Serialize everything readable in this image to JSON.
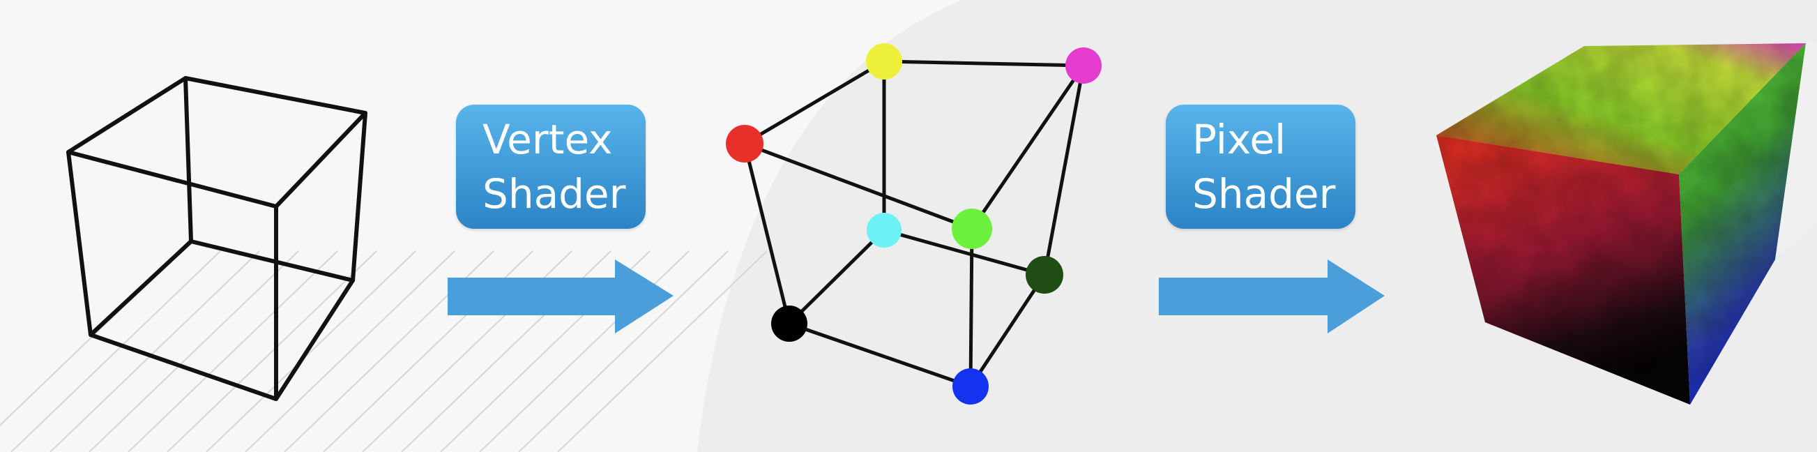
{
  "stages": [
    {
      "name": "wireframe-cube",
      "description": ""
    },
    {
      "name": "vertex-colored-cube"
    },
    {
      "name": "shaded-cube"
    }
  ],
  "labels": {
    "vertex_shader": [
      "Vertex",
      "Shader"
    ],
    "pixel_shader": [
      "Pixel",
      "Shader"
    ]
  },
  "colors": {
    "label_fill_top": "#59b4ea",
    "label_fill_bottom": "#2c84c6",
    "arrow": "#4a9fdb",
    "edge": "#111111",
    "vertex_red": "#e8302a",
    "vertex_yellow": "#eef13a",
    "vertex_magenta": "#e43ccc",
    "vertex_cyan": "#6cf1f4",
    "vertex_green": "#6cf13d",
    "vertex_darkgreen": "#1f4d14",
    "vertex_black": "#000000",
    "vertex_blue": "#1433f0"
  },
  "vertices": [
    "red",
    "yellow",
    "magenta",
    "cyan",
    "green",
    "darkgreen",
    "black",
    "blue"
  ]
}
